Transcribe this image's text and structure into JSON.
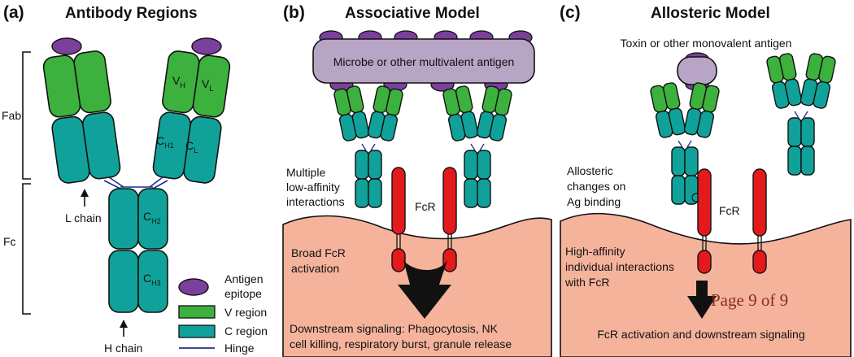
{
  "colors": {
    "v_region": "#3db13d",
    "c_region": "#10a29a",
    "fcr": "#e4191c",
    "antigen_epitope": "#7b3f9c",
    "microbe": "#b8a4c4",
    "cell": "#f5b39c",
    "hinge": "#1c2f8c"
  },
  "panels": {
    "a": {
      "letter": "(a)",
      "title": "Antibody Regions",
      "fab_label": "Fab",
      "fc_label": "Fc",
      "l_chain_label": "L chain",
      "h_chain_label": "H chain",
      "domains": {
        "vh": "V",
        "vh_sub": "H",
        "vl": "V",
        "vl_sub": "L",
        "ch1": "C",
        "ch1_sub": "H1",
        "cl": "C",
        "cl_sub": "L",
        "ch2": "C",
        "ch2_sub": "H2",
        "ch3": "C",
        "ch3_sub": "H3"
      },
      "legend": {
        "antigen_line1": "Antigen",
        "antigen_line2": "epitope",
        "v_region": "V region",
        "c_region": "C region",
        "hinge": "Hinge"
      }
    },
    "b": {
      "letter": "(b)",
      "title": "Associative Model",
      "microbe_label": "Microbe or other multivalent antigen",
      "multiple_line1": "Multiple",
      "multiple_line2": "low-affinity",
      "multiple_line3": "interactions",
      "fcr_label": "FcR",
      "broad_line1": "Broad FcR",
      "broad_line2": "activation",
      "downstream_line1": "Downstream signaling: Phagocytosis, NK",
      "downstream_line2": "cell killing, respiratory burst, granule release"
    },
    "c": {
      "letter": "(c)",
      "title": "Allosteric Model",
      "toxin_label": "Toxin or other monovalent antigen",
      "allosteric_line1": "Allosteric",
      "allosteric_line2": "changes on",
      "allosteric_line3": "Ag binding",
      "fcr_label": "FcR",
      "high_line1": "High-affinity",
      "high_line2": "individual interactions",
      "high_line3": "with FcR",
      "activation_label": "FcR activation and downstream signaling"
    }
  },
  "page_indicator": "Page 9 of 9"
}
